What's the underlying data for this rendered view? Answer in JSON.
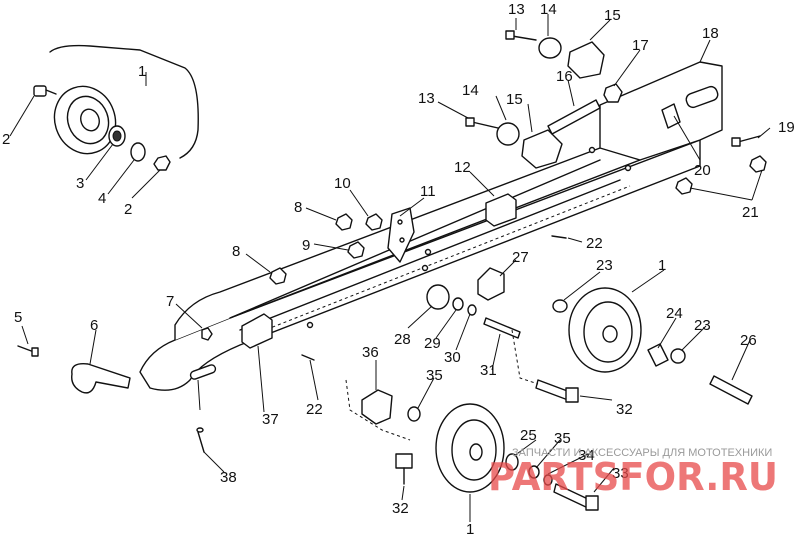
{
  "watermark": {
    "caption": "ЗАПЧАСТИ И АКСЕССУАРЫ ДЛЯ МОТОТЕХНИКИ",
    "logo": "PARTSFOR.RU"
  },
  "callouts": [
    {
      "id": "c1a",
      "label": "1"
    },
    {
      "id": "c2a",
      "label": "2"
    },
    {
      "id": "c2b",
      "label": "2"
    },
    {
      "id": "c3",
      "label": "3"
    },
    {
      "id": "c4",
      "label": "4"
    },
    {
      "id": "c5",
      "label": "5"
    },
    {
      "id": "c6",
      "label": "6"
    },
    {
      "id": "c7",
      "label": "7"
    },
    {
      "id": "c8a",
      "label": "8"
    },
    {
      "id": "c8b",
      "label": "8"
    },
    {
      "id": "c9",
      "label": "9"
    },
    {
      "id": "c10",
      "label": "10"
    },
    {
      "id": "c11",
      "label": "11"
    },
    {
      "id": "c12",
      "label": "12"
    },
    {
      "id": "c13a",
      "label": "13"
    },
    {
      "id": "c13b",
      "label": "13"
    },
    {
      "id": "c14a",
      "label": "14"
    },
    {
      "id": "c14b",
      "label": "14"
    },
    {
      "id": "c15a",
      "label": "15"
    },
    {
      "id": "c15b",
      "label": "15"
    },
    {
      "id": "c16",
      "label": "16"
    },
    {
      "id": "c17",
      "label": "17"
    },
    {
      "id": "c18",
      "label": "18"
    },
    {
      "id": "c19",
      "label": "19"
    },
    {
      "id": "c20",
      "label": "20"
    },
    {
      "id": "c21",
      "label": "21"
    },
    {
      "id": "c22a",
      "label": "22"
    },
    {
      "id": "c22b",
      "label": "22"
    },
    {
      "id": "c23a",
      "label": "23"
    },
    {
      "id": "c23b",
      "label": "23"
    },
    {
      "id": "c1b",
      "label": "1"
    },
    {
      "id": "c24",
      "label": "24"
    },
    {
      "id": "c25",
      "label": "25"
    },
    {
      "id": "c26",
      "label": "26"
    },
    {
      "id": "c27",
      "label": "27"
    },
    {
      "id": "c28",
      "label": "28"
    },
    {
      "id": "c29",
      "label": "29"
    },
    {
      "id": "c30",
      "label": "30"
    },
    {
      "id": "c31",
      "label": "31"
    },
    {
      "id": "c32a",
      "label": "32"
    },
    {
      "id": "c32b",
      "label": "32"
    },
    {
      "id": "c33",
      "label": "33"
    },
    {
      "id": "c34",
      "label": "34"
    },
    {
      "id": "c35a",
      "label": "35"
    },
    {
      "id": "c35b",
      "label": "35"
    },
    {
      "id": "c36",
      "label": "36"
    },
    {
      "id": "c37",
      "label": "37"
    },
    {
      "id": "c38",
      "label": "38"
    },
    {
      "id": "c1c",
      "label": "1"
    }
  ]
}
